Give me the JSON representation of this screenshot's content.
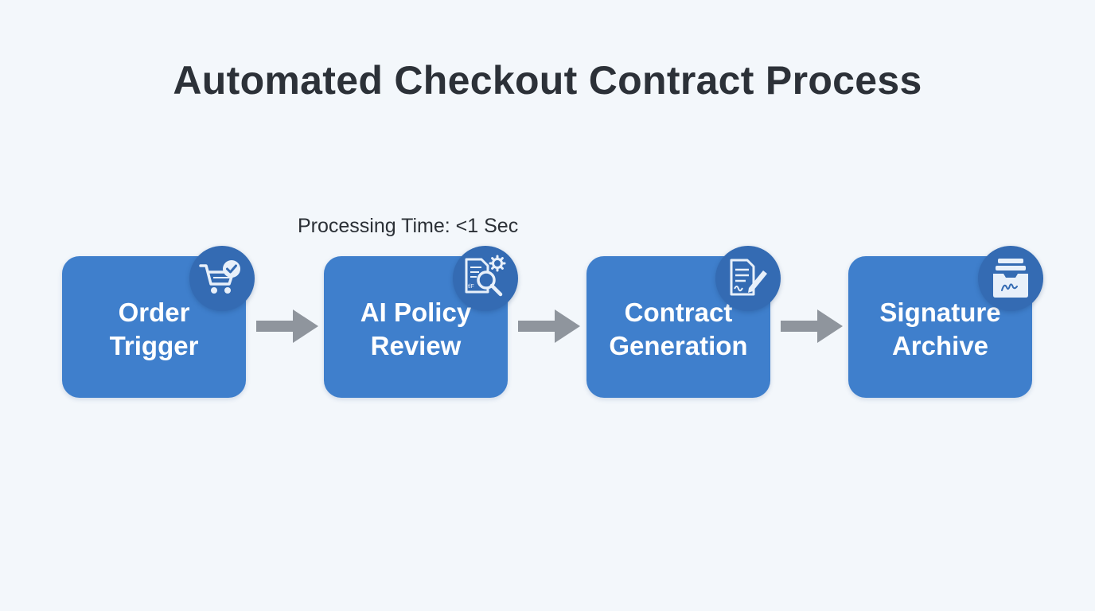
{
  "title": "Automated Checkout Contract Process",
  "annotation": "Processing Time: <1 Sec",
  "steps": [
    {
      "label": "Order\nTrigger",
      "icon": "shopping-cart-check-icon"
    },
    {
      "label": "AI Policy\nReview",
      "icon": "document-search-gear-icon"
    },
    {
      "label": "Contract\nGeneration",
      "icon": "document-pen-icon"
    },
    {
      "label": "Signature\nArchive",
      "icon": "signature-archive-tray-icon"
    }
  ],
  "colors": {
    "background": "#f3f7fb",
    "step_fill": "#3f7fcc",
    "badge_fill": "#346bb3",
    "arrow": "#8f959d",
    "title_text": "#2c3138"
  }
}
